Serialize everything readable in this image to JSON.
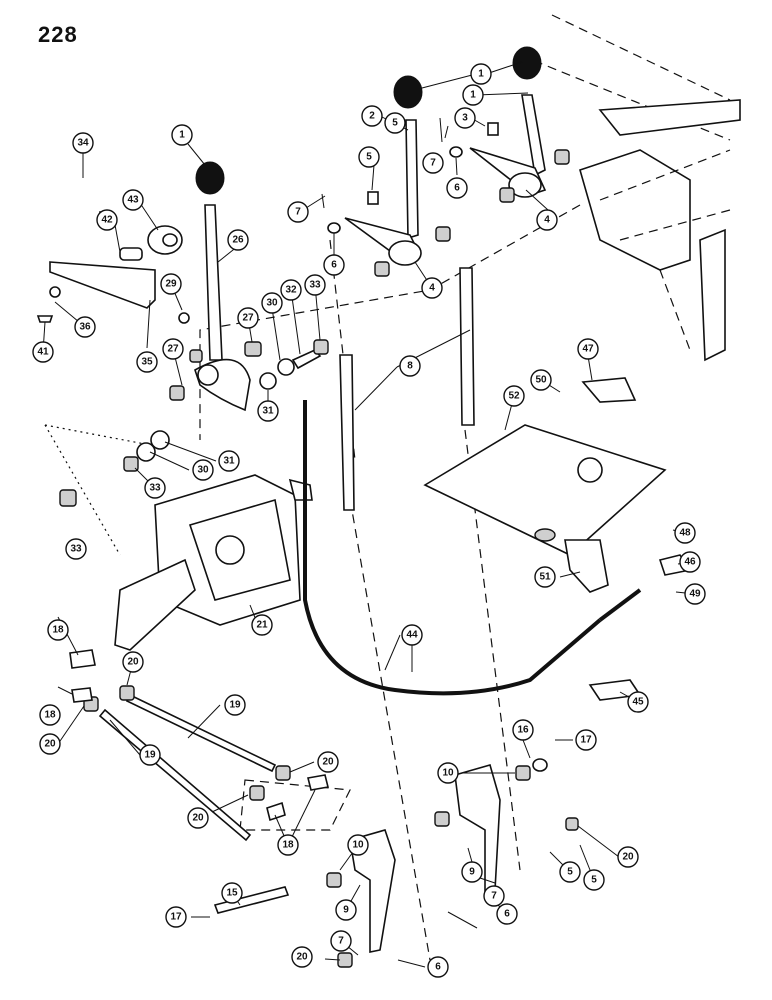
{
  "page": {
    "number": "228"
  },
  "callouts": [
    {
      "label": "1"
    },
    {
      "label": "1"
    },
    {
      "label": "2"
    },
    {
      "label": "3"
    },
    {
      "label": "5"
    },
    {
      "label": "7"
    },
    {
      "label": "6"
    },
    {
      "label": "4"
    },
    {
      "label": "34"
    },
    {
      "label": "1"
    },
    {
      "label": "43"
    },
    {
      "label": "42"
    },
    {
      "label": "26"
    },
    {
      "label": "7"
    },
    {
      "label": "5"
    },
    {
      "label": "6"
    },
    {
      "label": "4"
    },
    {
      "label": "29"
    },
    {
      "label": "27"
    },
    {
      "label": "30"
    },
    {
      "label": "32"
    },
    {
      "label": "33"
    },
    {
      "label": "36"
    },
    {
      "label": "41"
    },
    {
      "label": "35"
    },
    {
      "label": "27"
    },
    {
      "label": "31"
    },
    {
      "label": "8"
    },
    {
      "label": "47"
    },
    {
      "label": "50"
    },
    {
      "label": "52"
    },
    {
      "label": "31"
    },
    {
      "label": "30"
    },
    {
      "label": "33"
    },
    {
      "label": "33"
    },
    {
      "label": "48"
    },
    {
      "label": "46"
    },
    {
      "label": "51"
    },
    {
      "label": "49"
    },
    {
      "label": "18"
    },
    {
      "label": "21"
    },
    {
      "label": "44"
    },
    {
      "label": "20"
    },
    {
      "label": "18"
    },
    {
      "label": "20"
    },
    {
      "label": "19"
    },
    {
      "label": "45"
    },
    {
      "label": "19"
    },
    {
      "label": "16"
    },
    {
      "label": "17"
    },
    {
      "label": "10"
    },
    {
      "label": "20"
    },
    {
      "label": "20"
    },
    {
      "label": "18"
    },
    {
      "label": "10"
    },
    {
      "label": "5"
    },
    {
      "label": "9"
    },
    {
      "label": "20"
    },
    {
      "label": "9"
    },
    {
      "label": "5"
    },
    {
      "label": "15"
    },
    {
      "label": "17"
    },
    {
      "label": "7"
    },
    {
      "label": "6"
    },
    {
      "label": "6"
    },
    {
      "label": "7"
    },
    {
      "label": "20"
    }
  ]
}
